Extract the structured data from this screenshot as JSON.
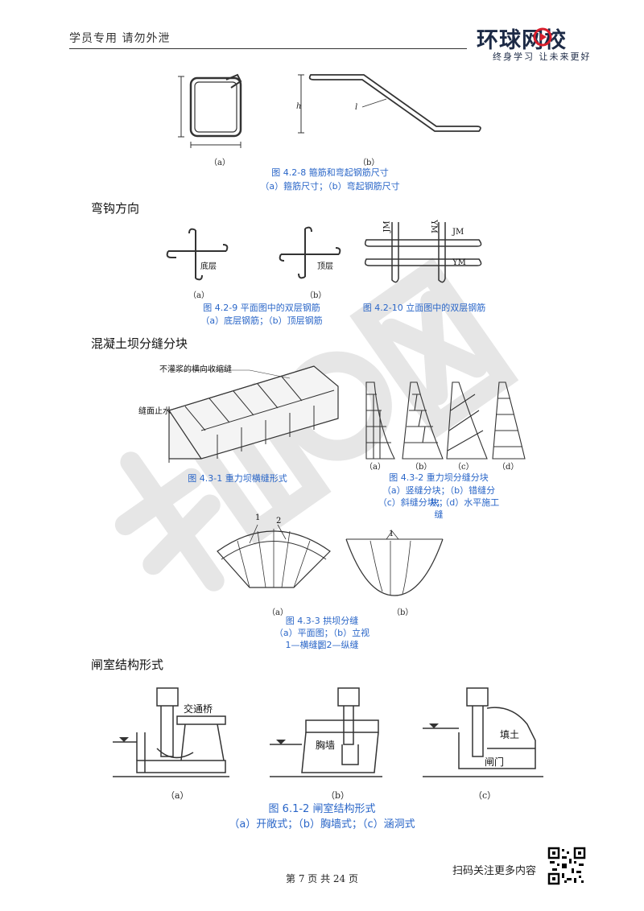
{
  "header": {
    "note": "学员专用  请勿外泄",
    "logo_main": "环球网校",
    "logo_sub": "终身学习 让未来更好"
  },
  "fig_4_2_8": {
    "label_a": "（a）",
    "label_b": "（b）",
    "label_h": "h",
    "label_l": "l",
    "caption_title": "图 4.2-8   箍筋和弯起钢筋尺寸",
    "caption_sub": "（a）箍筋尺寸；（b）弯起钢筋尺寸"
  },
  "sections": {
    "hook_direction": "弯钩方向",
    "dam_joints": "混凝土坝分缝分块",
    "sluice_structure": "闸室结构形式"
  },
  "fig_4_2_9": {
    "label_bottom": "底层",
    "label_top": "顶层",
    "label_a": "（a）",
    "label_b": "（b）",
    "caption_title": "图 4.2-9   平面图中的双层钢筋",
    "caption_sub": "（a）底层钢筋；（b）顶层钢筋"
  },
  "fig_4_2_10": {
    "label_jm": "JM",
    "label_ym": "YM",
    "caption_title": "图 4.2-10   立面图中的双层钢筋"
  },
  "fig_4_3_1": {
    "label_joint": "不灌浆的横向收缩缝",
    "label_waterstop": "缝面止水",
    "caption_title": "图 4.3-1   重力坝横缝形式"
  },
  "fig_4_3_2": {
    "labels": [
      "（a）",
      "（b）",
      "（c）",
      "（d）"
    ],
    "caption_title": "图 4.3-2   重力坝分缝分块",
    "caption_sub1": "（a）竖缝分块；（b）错缝分块；",
    "caption_sub2": "（c）斜缝分块；（d）水平施工缝"
  },
  "fig_4_3_3": {
    "label_1": "1",
    "label_2": "2",
    "label_a": "（a）",
    "label_b": "（b）",
    "caption_title": "图 4.3-3   拱坝分缝",
    "caption_sub1": "（a）平面图；（b）立视图",
    "caption_sub2": "1—横缝；2—纵缝"
  },
  "fig_6_1_2": {
    "label_bridge": "交通桥",
    "label_breastwall": "胸墙",
    "label_fill": "填土",
    "label_gate": "闸门",
    "label_a": "（a）",
    "label_b": "（b）",
    "label_c": "（c）",
    "caption_title": "图 6.1-2   闸室结构形式",
    "caption_sub": "（a）开敞式；（b）胸墙式；（c）涵洞式"
  },
  "footer": {
    "page": "第 7 页 共 24 页",
    "qr_text": "扫码关注更多内容"
  },
  "colors": {
    "caption_blue": "#2a66c8",
    "logo_navy": "#1c2a46",
    "logo_red": "#d81e2c"
  }
}
